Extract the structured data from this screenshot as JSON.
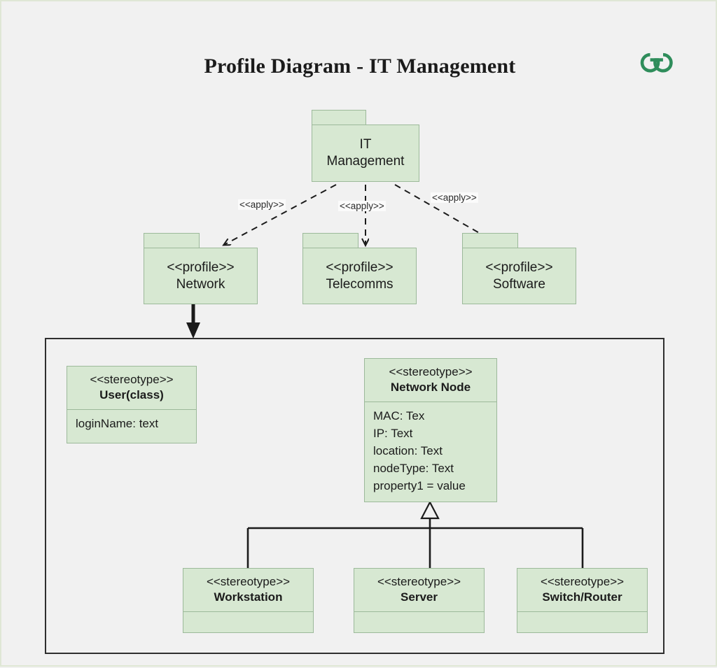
{
  "page": {
    "title": "Profile Diagram - IT Management",
    "background_color": "#f1f1f1",
    "node_fill_color": "#d7e8d2",
    "node_border_color": "#9cb99a",
    "logo_color": "#2f8d5b",
    "logo_name": "geeksforgeeks-logo"
  },
  "diagram": {
    "type": "uml-profile-diagram",
    "root_package": {
      "name": "IT Management",
      "line1": "IT",
      "line2": "Management"
    },
    "profiles": [
      {
        "stereotype": "<<profile>>",
        "name": "Network"
      },
      {
        "stereotype": "<<profile>>",
        "name": "Telecomms"
      },
      {
        "stereotype": "<<profile>>",
        "name": "Software"
      }
    ],
    "apply_labels": [
      "<<apply>>",
      "<<apply>>",
      "<<apply>>"
    ],
    "stereotype_classes": [
      {
        "stereotype": "<<stereotype>>",
        "name": "User(class)",
        "attributes": [
          "loginName: text"
        ]
      },
      {
        "stereotype": "<<stereotype>>",
        "name": "Network Node",
        "attributes": [
          "MAC: Tex",
          "IP: Text",
          "location: Text",
          "nodeType: Text",
          "property1 = value"
        ]
      },
      {
        "stereotype": "<<stereotype>>",
        "name": "Workstation",
        "attributes": []
      },
      {
        "stereotype": "<<stereotype>>",
        "name": "Server",
        "attributes": []
      },
      {
        "stereotype": "<<stereotype>>",
        "name": "Switch/Router",
        "attributes": []
      }
    ]
  }
}
